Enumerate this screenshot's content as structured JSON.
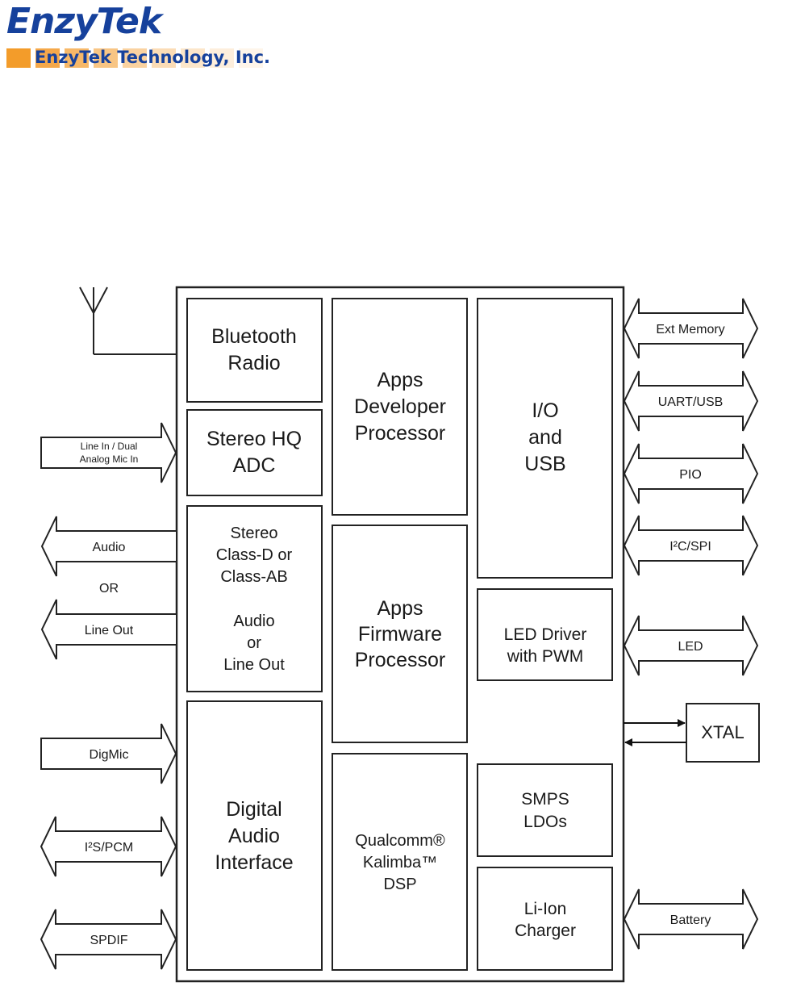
{
  "logo": {
    "brand": "EnzyTek",
    "company": "EnzyTek Technology, Inc.",
    "colors": {
      "brand_blue": "#16419c",
      "accent_orange": "#f39c2a"
    }
  },
  "diagram": {
    "blocks": {
      "bluetooth_radio": [
        "Bluetooth",
        "Radio"
      ],
      "stereo_hq_adc": [
        "Stereo HQ",
        "ADC"
      ],
      "stereo_amp": [
        "Stereo",
        "Class-D or",
        "Class-AB",
        "",
        "Audio",
        "or",
        "Line Out"
      ],
      "digital_audio_interface": [
        "Digital",
        "Audio",
        "Interface"
      ],
      "apps_developer_processor": [
        "Apps",
        "Developer",
        "Processor"
      ],
      "apps_firmware_processor": [
        "Apps",
        "Firmware",
        "Processor"
      ],
      "kalimba_dsp": [
        "Qualcomm®",
        "Kalimba™",
        "DSP"
      ],
      "io_usb": [
        "I/O",
        "and",
        "USB"
      ],
      "led_driver": [
        "LED Driver",
        "with PWM"
      ],
      "smps_ldos": [
        "SMPS",
        "LDOs"
      ],
      "li_ion_charger": [
        "Li-Ion",
        "Charger"
      ]
    },
    "left_signals": {
      "line_in": [
        "Line In / Dual",
        "Analog Mic In"
      ],
      "audio": "Audio",
      "or": "OR",
      "line_out": "Line Out",
      "digmic": "DigMic",
      "i2s_pcm": "I²S/PCM",
      "spdif": "SPDIF"
    },
    "right_signals": {
      "ext_memory": "Ext Memory",
      "uart_usb": "UART/USB",
      "pio": "PIO",
      "i2c_spi": "I²C/SPI",
      "led": "LED",
      "xtal": "XTAL",
      "battery": "Battery"
    }
  }
}
